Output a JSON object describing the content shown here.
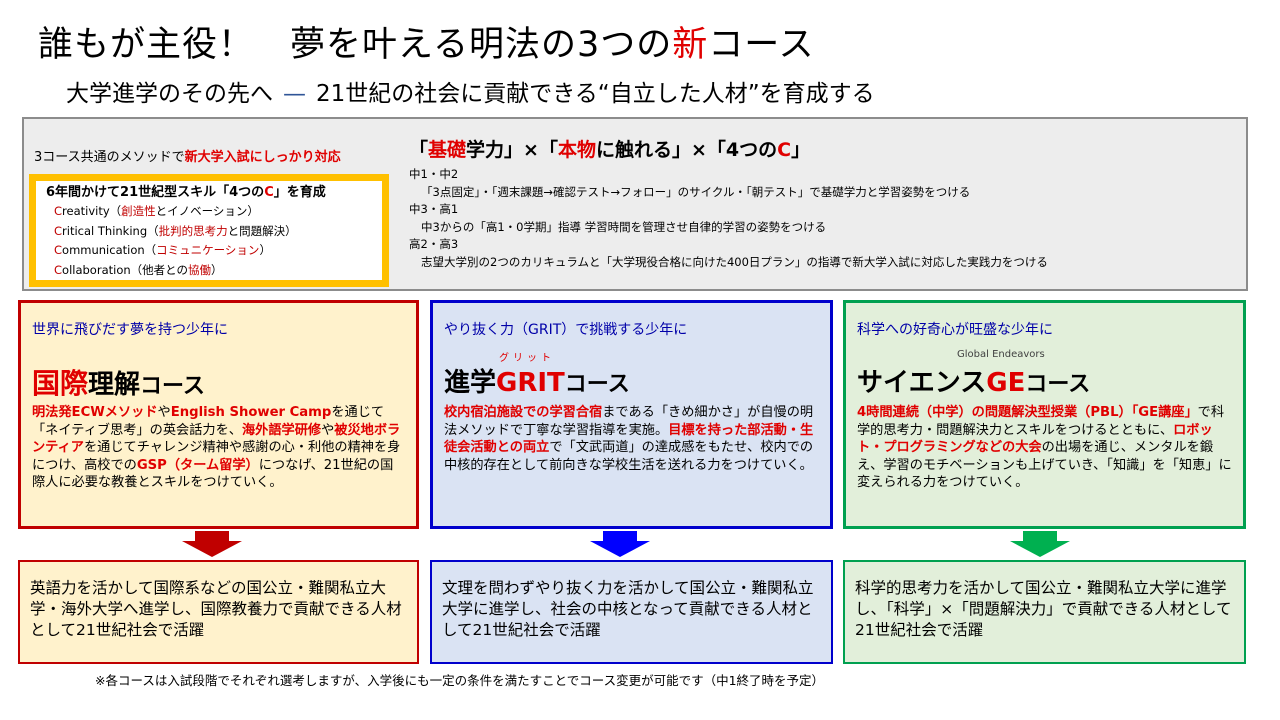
{
  "title": {
    "before": "誰もが主役！　夢を叶える明法の3つの",
    "accent": "新",
    "after": "コース"
  },
  "subtitle": {
    "left": "大学進学のその先へ",
    "dash": "—",
    "right": "21世紀の社会に貢献できる“自立した人材”を育成する"
  },
  "method": {
    "head": {
      "before": "3コース共通のメソッドで",
      "accent": "新大学入試にしっかり対応"
    },
    "skills": {
      "heading": {
        "before": "6年間かけて21世紀型スキル「4つの",
        "accent": "C",
        "after": "」を育成"
      },
      "items": [
        {
          "initial": "C",
          "rest": "reativity（",
          "accent": "創造性",
          "after": "とイノベーション）"
        },
        {
          "initial": "C",
          "rest": "ritical Thinking（",
          "accent": "批判的思考力",
          "after": "と問題解決）"
        },
        {
          "initial": "C",
          "rest": "ommunication（",
          "accent": "コミュニケーション",
          "after": "）"
        },
        {
          "initial": "C",
          "rest": "ollaboration（他者との",
          "accent": "協働",
          "after": "）"
        }
      ]
    },
    "pillars": {
      "heading": [
        {
          "t": "「"
        },
        {
          "t": "基礎",
          "r": 1
        },
        {
          "t": "学力」×「"
        },
        {
          "t": "本物",
          "r": 1
        },
        {
          "t": "に触れる」×「4つの"
        },
        {
          "t": "C",
          "r": 1
        },
        {
          "t": "」"
        }
      ],
      "stages": [
        {
          "label": "中1・中2",
          "text": "「3点固定」・「週末課題→確認テスト→フォロー」のサイクル・「朝テスト」で基礎学力と学習姿勢をつける"
        },
        {
          "label": "中3・高1",
          "text": "中3からの「高1・0学期」指導  学習時間を管理させ自律的学習の姿勢をつける"
        },
        {
          "label": "高2・高3",
          "text": "志望大学別の2つのカリキュラムと「大学現役合格に向けた400日プラン」の指導で新大学入試に対応した実践力をつける"
        }
      ]
    }
  },
  "courses": [
    {
      "tag": "世界に飛びだす夢を持つ少年に",
      "ruby": "",
      "name": [
        {
          "t": "国際",
          "r": 1
        },
        {
          "t": "理解"
        },
        {
          "t": "コース",
          "s": 1
        }
      ],
      "desc": [
        {
          "t": "明法発ECWメソッド",
          "r": 1
        },
        {
          "t": "や"
        },
        {
          "t": "English Shower Camp",
          "r": 1
        },
        {
          "t": "を通じて「ネイティブ思考」の英会話力を、"
        },
        {
          "t": "海外語学研修",
          "r": 1
        },
        {
          "t": "や"
        },
        {
          "t": "被災地ボランティア",
          "r": 1
        },
        {
          "t": "を通じてチャレンジ精神や感謝の心・利他の精神を身につけ、高校での"
        },
        {
          "t": "GSP（ターム留学）",
          "r": 1
        },
        {
          "t": "につなげ、21世紀の国際人に必要な教養とスキルをつけていく。"
        }
      ],
      "result": "英語力を活かして国際系などの国公立・難関私立大学・海外大学へ進学し、国際教養力で貢献できる人材として21世紀社会で活躍"
    },
    {
      "tag": "やり抜く力（GRIT）で挑戦する少年に",
      "ruby": "グリット",
      "name": [
        {
          "t": "進学"
        },
        {
          "t": "GRIT",
          "r": 1
        },
        {
          "t": "コース",
          "s": 1
        }
      ],
      "desc": [
        {
          "t": "校内宿泊施設での学習合宿",
          "r": 1
        },
        {
          "t": "まである「きめ細かさ」が自慢の明法メソッドで丁寧な学習指導を実施。"
        },
        {
          "t": "目標を持った部活動・生徒会活動との両立",
          "r": 1
        },
        {
          "t": "で「文武両道」の達成感をもたせ、校内での中核的存在として前向きな学校生活を送れる力をつけていく。"
        }
      ],
      "result": "文理を問わずやり抜く力を活かして国公立・難関私立大学に進学し、社会の中核となって貢献できる人材として21世紀社会で活躍"
    },
    {
      "tag": "科学への好奇心が旺盛な少年に",
      "ruby": "Global Endeavors",
      "name": [
        {
          "t": "サイエンス"
        },
        {
          "t": "GE",
          "r": 1
        },
        {
          "t": "コース",
          "s": 1
        }
      ],
      "desc": [
        {
          "t": "4時間連続（中学）の問題解決型授業（PBL）「GE講座」",
          "r": 1
        },
        {
          "t": "で科学的思考力・問題解決力とスキルをつけるとともに、"
        },
        {
          "t": "ロボット・プログラミングなどの大会",
          "r": 1
        },
        {
          "t": "の出場を通じ、メンタルを鍛え、学習のモチベーションも上げていき、「知識」を「知恵」に変えられる力をつけていく。"
        }
      ],
      "result": "科学的思考力を活かして国公立・難関私立大学に進学し、「科学」×「問題解決力」で貢献できる人材として21世紀社会で活躍"
    }
  ],
  "footnote": "※各コースは入試段階でそれぞれ選考しますが、入学後にも一定の条件を満たすことでコース変更が可能です（中1終了時を予定）",
  "colors": {
    "accent": "#e00000",
    "course_borders": [
      "#c00000",
      "#0000cc",
      "#00a050"
    ],
    "course_bgs": [
      "#fff2cc",
      "#dae3f3",
      "#e2efda"
    ],
    "arrows": [
      "#c00000",
      "#0000ff",
      "#00b050"
    ]
  }
}
